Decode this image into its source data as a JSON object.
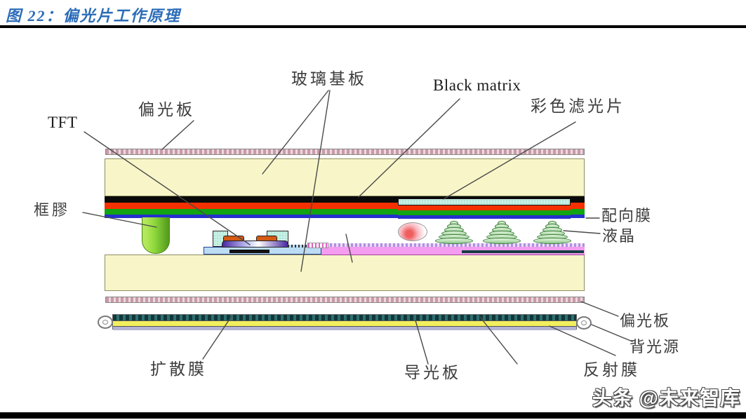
{
  "title": "图 22：偏光片工作原理",
  "watermark": "头条 @未来智库",
  "labels": {
    "polarizer_top": "偏光板",
    "glass_substrate": "玻璃基板",
    "black_matrix": "Black matrix",
    "color_filter": "彩色滤光片",
    "tft": "TFT",
    "frame_glue": "框膠",
    "alignment_film": "配向膜",
    "liquid_crystal": "液晶",
    "diffusion_film": "扩散膜",
    "light_guide_plate": "导光板",
    "reflection_film": "反射膜",
    "backlight_source": "背光源",
    "polarizer_bottom": "偏光板"
  },
  "colors": {
    "title_blue": "#2b6cb8",
    "rule_black": "#000000",
    "label_color": "#3c3c3c",
    "glass_yellow": "#f8f6c8",
    "glass_border": "#8c8c60",
    "black_matrix": "#0a0a0a",
    "red_layer": "#f53000",
    "green_layer": "#12a412",
    "blue_layer": "#2430cc",
    "filter_cyan": "#c8f0e4",
    "filter_dot": "#49b8a8",
    "polarizer_pink": "#ecd8de",
    "polarizer_stripe": "#c89aa8",
    "glue_green_light": "#b4e85c",
    "glue_green_dark": "#569e1e",
    "tft_base_blue": "#bcdcf4",
    "pad_orange": "#d45a14",
    "channel_purple": "#4828a0",
    "electrode_pink": "#f49cf0",
    "electrode_wave": "#b090e0",
    "lc_green_light": "#e8f8e0",
    "lc_green_dark": "#8cc88c",
    "lc_border": "#3a7a3a",
    "spacer_pink": "#f8b8c0",
    "diffusion_teal": "#2f6f73",
    "guide_yellow": "#f2ef5e",
    "reflect_lavender": "#b4b4d4"
  }
}
